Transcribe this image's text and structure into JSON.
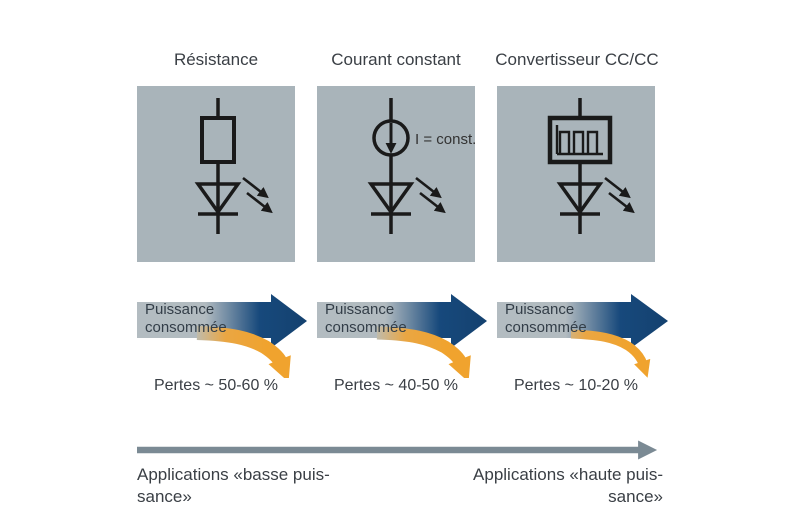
{
  "columns": [
    {
      "title": "Résistance",
      "symbol": "resistor-in-series-with-led",
      "power_line1": "Puissance",
      "power_line2": "consommée",
      "losses": "Pertes ~ 50-60 %"
    },
    {
      "title": "Courant constant",
      "symbol": "constant-current-source-with-led",
      "source_label": "I = const.",
      "power_line1": "Puissance",
      "power_line2": "consommée",
      "losses": "Pertes ~ 40-50 %"
    },
    {
      "title": "Convertisseur CC/CC",
      "symbol": "dcdc-converter-with-led",
      "power_line1": "Puissance",
      "power_line2": "consommée",
      "losses": "Pertes ~ 10-20 %"
    }
  ],
  "axis": {
    "left_line1": "Applications «basse puis-",
    "left_line2": "sance»",
    "right_line1": "Applications «haute puis-",
    "right_line2": "sance»"
  },
  "colors": {
    "box_background": "#a9b4ba",
    "arrow_gray_start": "#b3bcc1",
    "arrow_blue": "#17497c",
    "arrow_orange": "#f0a32e",
    "axis_arrow_gray": "#7b8a94",
    "text": "#3a3f45",
    "background": "#ffffff"
  }
}
